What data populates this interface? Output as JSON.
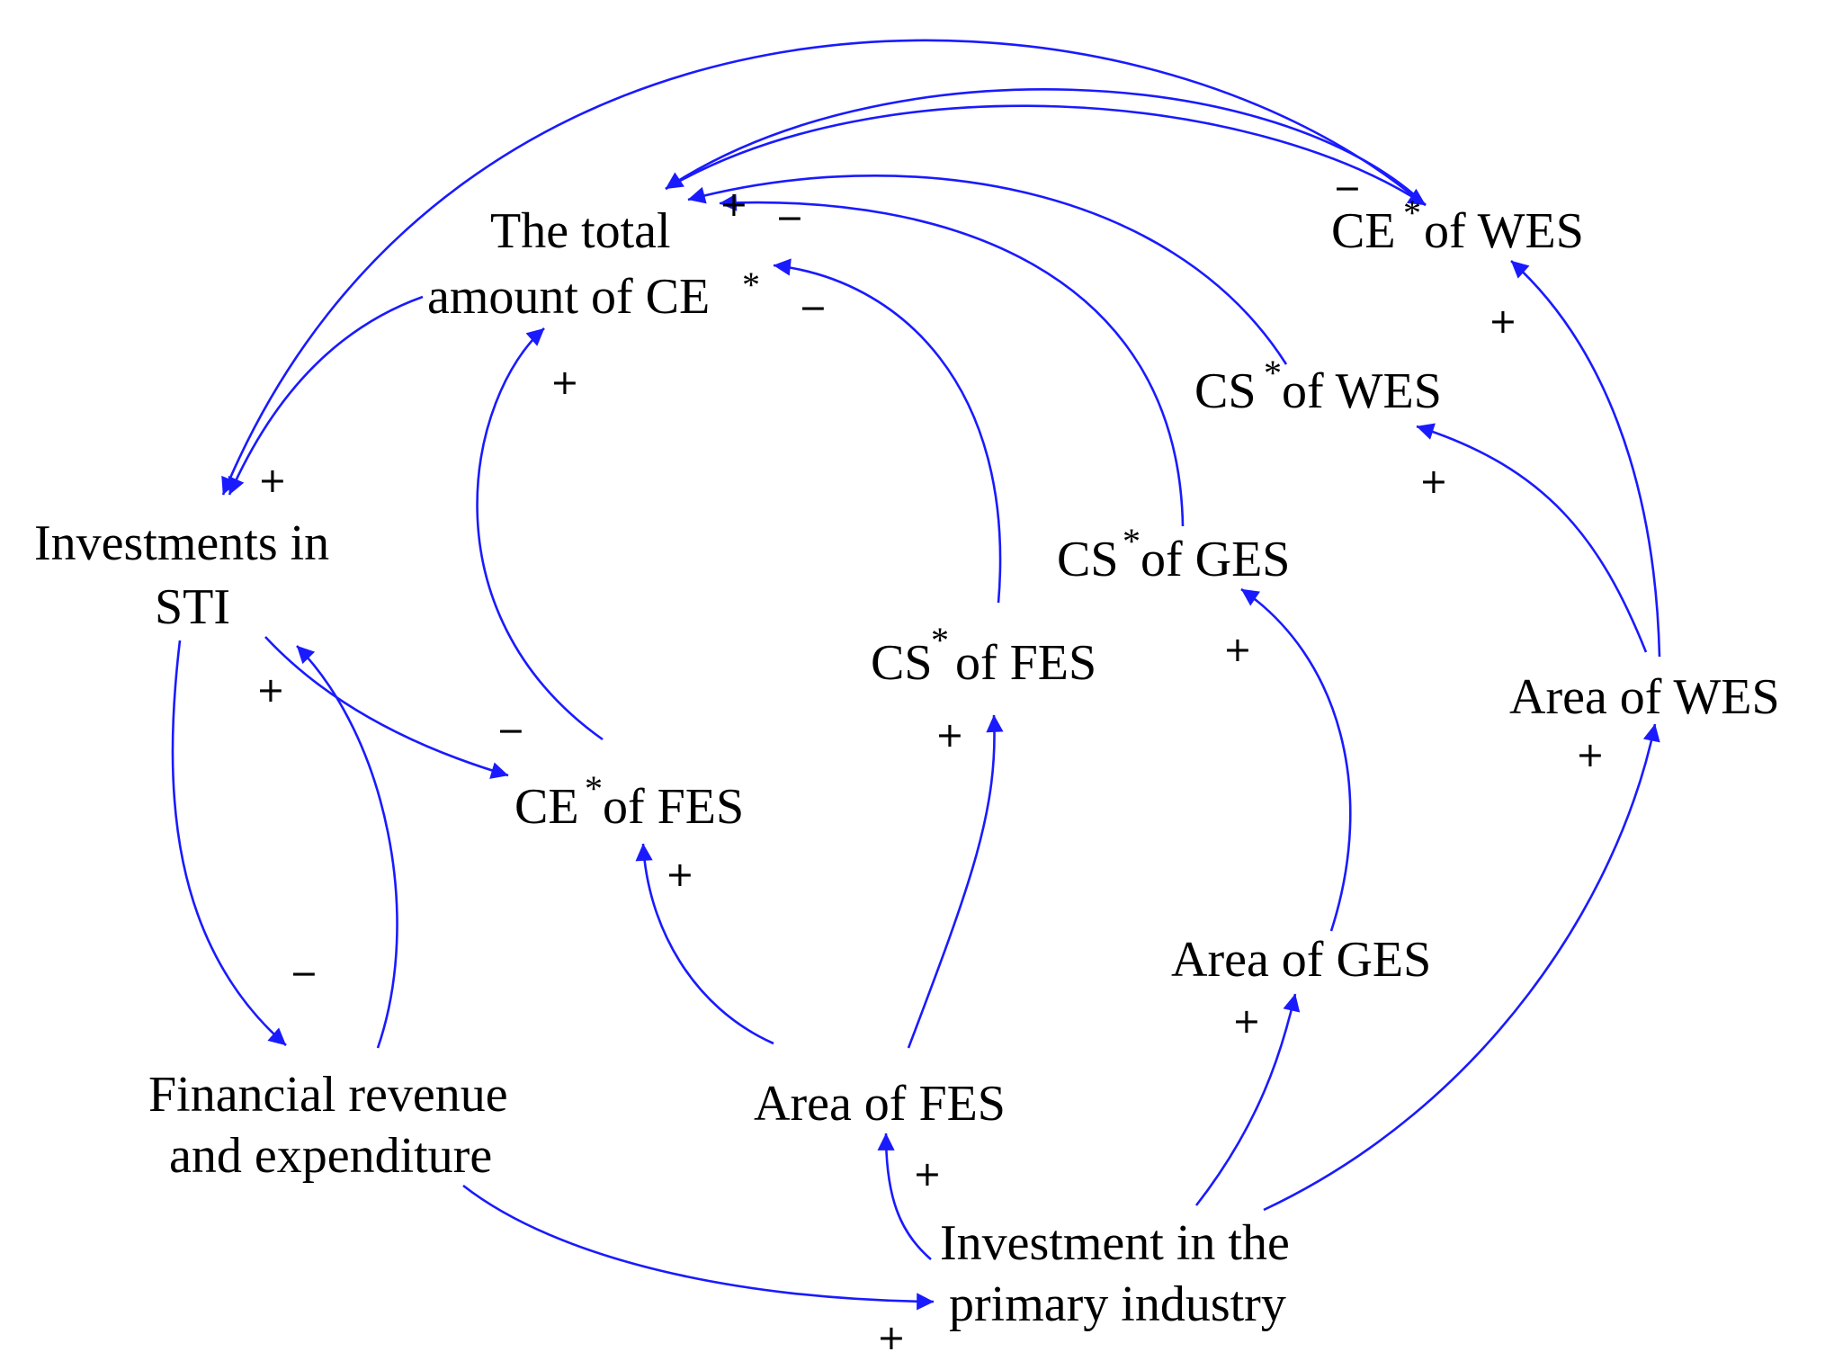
{
  "colors": {
    "arrow": "#1a1aff",
    "text": "#000000",
    "background": "#ffffff"
  },
  "nodes": {
    "total_ce": {
      "line1": "The total",
      "line2": "amount of CE",
      "star": "*"
    },
    "ce_wes": {
      "label": "CE",
      "star": "*",
      "rest": "of WES"
    },
    "cs_wes": {
      "label": "CS",
      "star": "*",
      "rest": "of WES"
    },
    "investments_sti": {
      "line1": "Investments in",
      "line2": "STI"
    },
    "cs_ges": {
      "label": "CS",
      "star": "*",
      "rest": "of GES"
    },
    "cs_fes": {
      "label": "CS",
      "star": "*",
      "rest": "of FES"
    },
    "area_wes": {
      "label": "Area of WES"
    },
    "ce_fes": {
      "label": "CE",
      "star": "*",
      "rest": "of FES"
    },
    "area_ges": {
      "label": "Area of GES"
    },
    "financial": {
      "line1": "Financial revenue",
      "line2": "and expenditure"
    },
    "area_fes": {
      "label": "Area of FES"
    },
    "investment_primary": {
      "line1": "Investment in the",
      "line2": "primary industry"
    }
  },
  "edges": [
    {
      "id": "total-to-sti",
      "sign": "+"
    },
    {
      "id": "wes-ce-to-sti",
      "sign": "+"
    },
    {
      "id": "wes-ce-to-total",
      "sign": "+"
    },
    {
      "id": "sti-to-wes-ce",
      "sign": "−"
    },
    {
      "id": "cs-wes-to-total",
      "sign": "−"
    },
    {
      "id": "cs-ges-to-total",
      "sign": "−"
    },
    {
      "id": "cs-fes-to-total",
      "sign": "−"
    },
    {
      "id": "ce-fes-to-total",
      "sign": "+"
    },
    {
      "id": "area-wes-to-ce-wes",
      "sign": "+"
    },
    {
      "id": "area-wes-to-cs-wes",
      "sign": "+"
    },
    {
      "id": "sti-to-ce-fes",
      "sign": "−"
    },
    {
      "id": "fin-to-sti",
      "sign": "+"
    },
    {
      "id": "sti-to-fin",
      "sign": "−"
    },
    {
      "id": "area-fes-to-ce-fes",
      "sign": "+"
    },
    {
      "id": "area-fes-to-cs-fes",
      "sign": "+"
    },
    {
      "id": "area-ges-to-cs-ges",
      "sign": "+"
    },
    {
      "id": "inv-to-area-ges",
      "sign": "+"
    },
    {
      "id": "inv-to-area-wes",
      "sign": "+"
    },
    {
      "id": "inv-to-area-fes",
      "sign": "+"
    },
    {
      "id": "fin-to-inv",
      "sign": "+"
    }
  ]
}
